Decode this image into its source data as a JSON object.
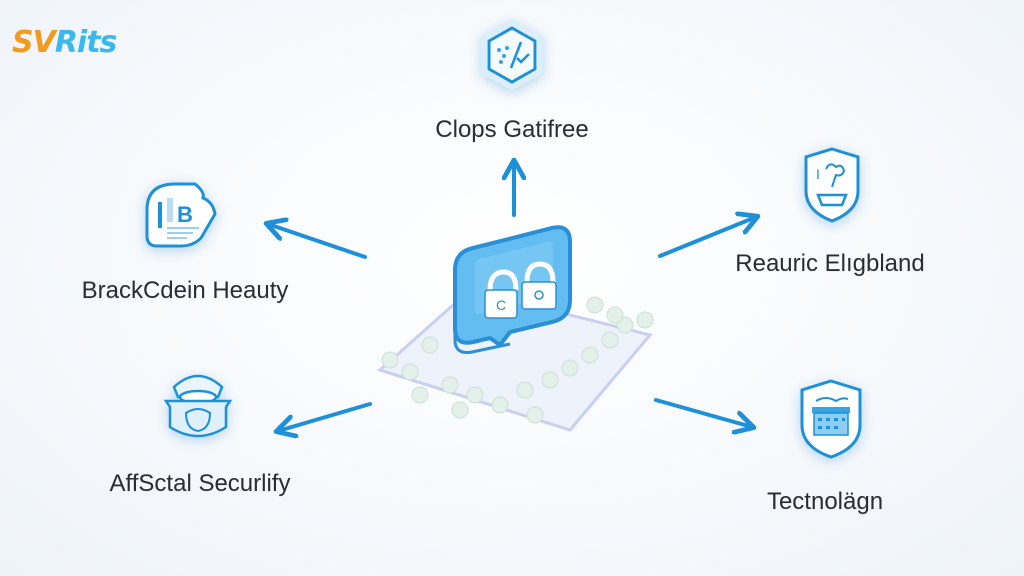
{
  "logo": {
    "part_a": "SV",
    "part_b": "Rits"
  },
  "colors": {
    "accent": "#1e90d8",
    "accent_light": "#5cc0f0",
    "text": "#2a2e33",
    "logo_orange": "#f39a1f",
    "logo_blue": "#3cb8ee"
  },
  "hub": {
    "icon": "padlocks-screen-icon",
    "description": "Central screen with two padlocks surrounded by small figures"
  },
  "nodes": [
    {
      "id": "top",
      "label": "Clops Gatifree",
      "icon": "hexagon-chart-icon"
    },
    {
      "id": "left-upper",
      "label": "BrackCdein Heauty",
      "icon": "document-badge-icon"
    },
    {
      "id": "right-upper",
      "label": "Reauric Elıgbland",
      "icon": "shield-plant-icon"
    },
    {
      "id": "left-lower",
      "label": "AffSctal Securlify",
      "icon": "helmet-badge-icon"
    },
    {
      "id": "right-lower",
      "label": "Tectnolägn",
      "icon": "shield-building-icon"
    }
  ],
  "arrows": [
    {
      "from": "hub",
      "to": "top",
      "direction": "up"
    },
    {
      "from": "hub",
      "to": "left-upper",
      "direction": "up-left"
    },
    {
      "from": "hub",
      "to": "right-upper",
      "direction": "up-right"
    },
    {
      "from": "hub",
      "to": "left-lower",
      "direction": "down-left"
    },
    {
      "from": "hub",
      "to": "right-lower",
      "direction": "down-right"
    }
  ]
}
